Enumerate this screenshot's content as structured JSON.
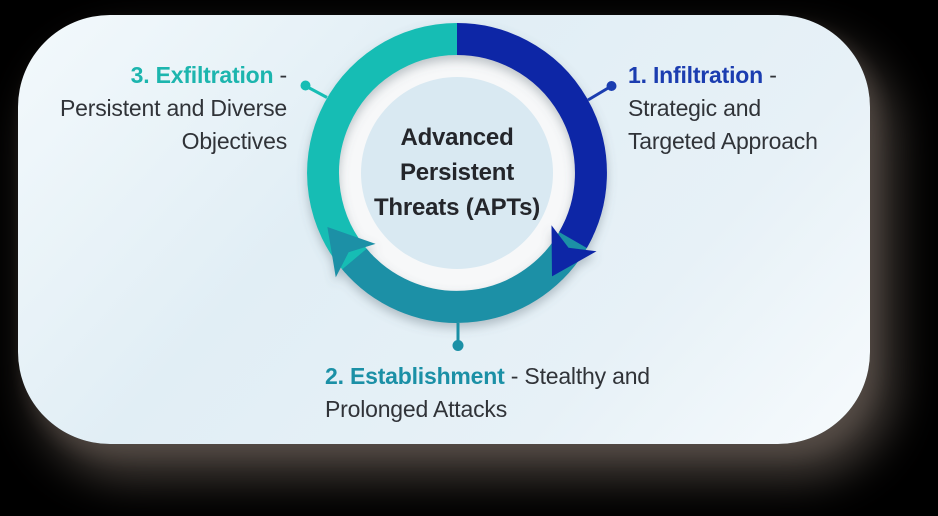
{
  "center": {
    "lines": [
      "Advanced",
      "Persistent",
      "Threats (APTs)"
    ]
  },
  "steps": {
    "infiltration": {
      "name": "1. Infiltration",
      "sep": " -",
      "lines": [
        "Strategic and",
        "Targeted Approach"
      ],
      "color": "#1b3db0"
    },
    "establishment": {
      "name": "2. Establishment",
      "sep": " - ",
      "lines": [
        "Stealthy and",
        "Prolonged Attacks"
      ],
      "color": "#1b90a6"
    },
    "exfiltration": {
      "name": "3. Exfiltration",
      "sep": " -",
      "lines": [
        "Persistent and Diverse",
        "Objectives"
      ],
      "color": "#1cb5ae"
    }
  },
  "colors": {
    "arc_blue": "#0f27a6",
    "arc_teal_dark": "#1b90a6",
    "arc_teal_light": "#17bdb4",
    "ring_white": "#f7f8f9",
    "inner_circle": "#d9e9f2",
    "text_dark": "#303338",
    "connector_blue": "#1b3db0"
  }
}
